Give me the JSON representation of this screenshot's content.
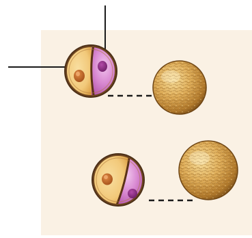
{
  "colors": {
    "page_background": "#ffffff",
    "panel_background": "#faf1e4",
    "leader_line": "#1a1a1a",
    "connector_line": "#1a1a1a",
    "shell_outer": "#4a2e16",
    "shell_inner": "#8a5a2e",
    "yellow_half": "#f2c97a",
    "yellow_half_dark": "#d89a3e",
    "nucleus_yellow": "#c4651f",
    "magenta_half": "#c25fb6",
    "magenta_half_light": "#e6a2e0",
    "nucleus_magenta": "#8c2f86",
    "spore_light": "#efcb7c",
    "spore_mid": "#c98e3a",
    "spore_dark": "#6e4514"
  },
  "diagram": {
    "description_visible_text": [],
    "nodes": [
      {
        "id": "top-cell",
        "kind": "split-cell",
        "halves": [
          "yellow",
          "magenta"
        ]
      },
      {
        "id": "top-spore",
        "kind": "textured-sphere"
      },
      {
        "id": "bottom-cell",
        "kind": "split-cell",
        "halves": [
          "yellow",
          "magenta"
        ]
      },
      {
        "id": "bottom-spore",
        "kind": "textured-sphere"
      }
    ],
    "edges": [
      {
        "from": "top-cell",
        "to": "top-spore",
        "style": "dashed"
      },
      {
        "from": "bottom-cell",
        "to": "bottom-spore",
        "style": "dashed"
      }
    ],
    "leader_lines": 2
  }
}
